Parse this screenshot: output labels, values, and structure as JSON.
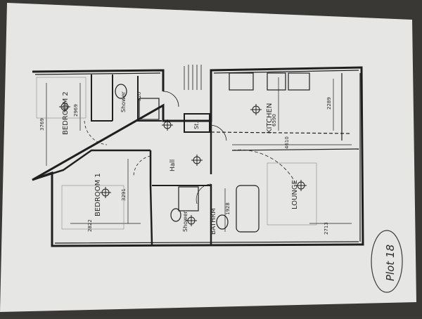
{
  "rooms": {
    "bedroom2": "BEDROOM 2",
    "bedroom1": "BEDROOM 1",
    "shower": "Shower",
    "hall": "Hall",
    "st": "St.",
    "kitchen": "KITCHEN",
    "lounge": "LOUNGE",
    "shower2": "Shower",
    "bathroom": "BATHRM"
  },
  "dimensions": {
    "d3769": "3769",
    "d2969": "2969",
    "d3291": "3291",
    "d2822": "2822",
    "d6590": "6590",
    "d2289": "2289",
    "d4610": "4610",
    "d2713": "2713",
    "d1928": "1928",
    "d320": "320"
  },
  "annotation": "Plot 18"
}
